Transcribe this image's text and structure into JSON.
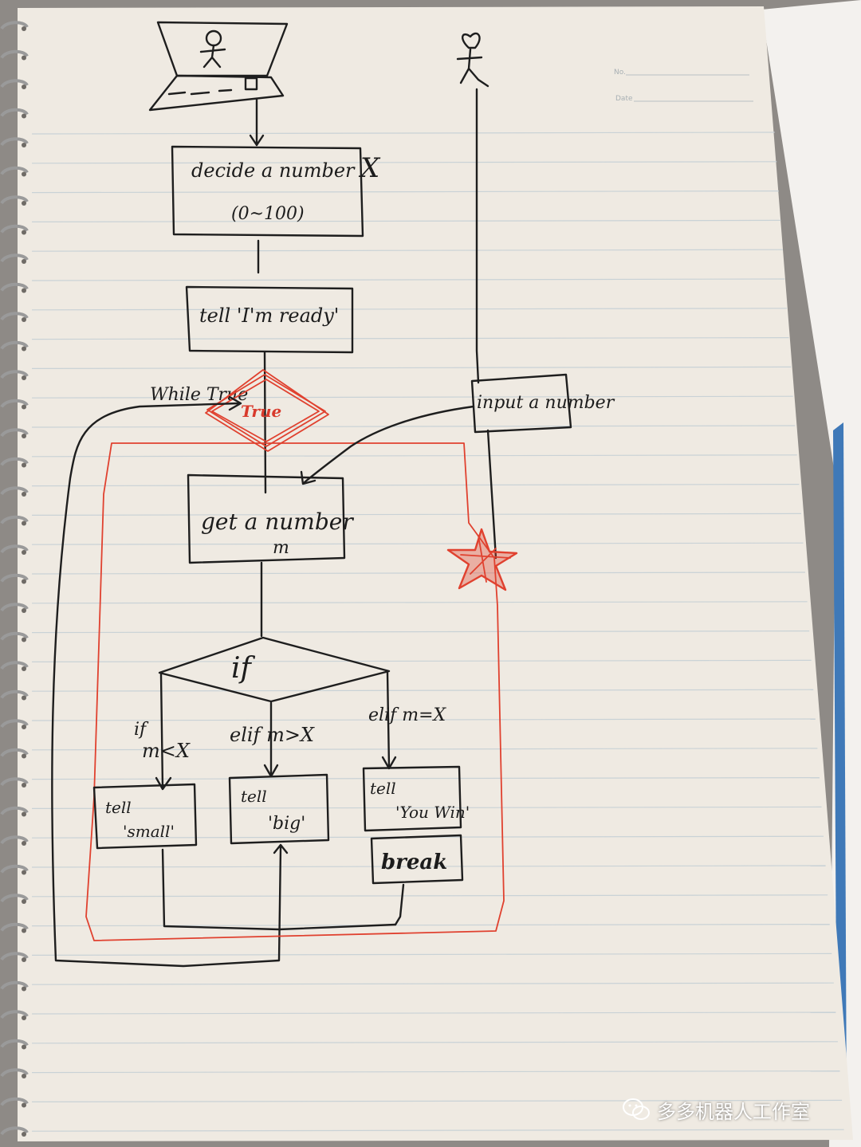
{
  "notebook": {
    "header_fields": [
      "No.",
      "Date"
    ]
  },
  "diagram": {
    "node_decide": {
      "line1": "decide a number",
      "line2": "(0~100)",
      "var": "X"
    },
    "node_ready": {
      "text": "tell 'I'm ready'"
    },
    "loop_label": "While True",
    "loop_diamond_text": "True",
    "node_input": {
      "text": "input a number"
    },
    "node_get": {
      "line1": "get a number",
      "line2": "m"
    },
    "node_if": {
      "text": "if"
    },
    "branch_labels": {
      "left": {
        "line1": "if",
        "line2": "m<X"
      },
      "middle": "elif m>X",
      "right": "elif m=X"
    },
    "node_small": {
      "line1": "tell",
      "line2": "'small'"
    },
    "node_big": {
      "line1": "tell",
      "line2": "'big'"
    },
    "node_win": {
      "line1": "tell",
      "line2": "'You Win'"
    },
    "node_break": {
      "text": "break"
    }
  },
  "watermark": {
    "text": "多多机器人工作室",
    "icon": "wechat-icon"
  },
  "colors": {
    "ink": "#1e1e1e",
    "red_ink": "#e0412f",
    "paper": "#efeae2",
    "rule": "#c9d2d6"
  }
}
